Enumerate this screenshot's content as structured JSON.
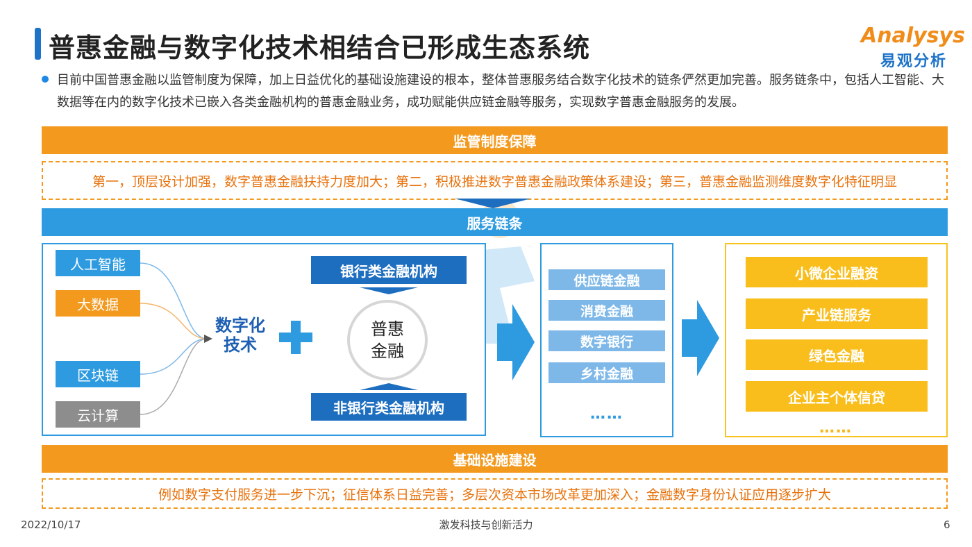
{
  "title": "普惠金融与数字化技术相结合已形成生态系统",
  "logo": {
    "en": "Analysys",
    "cn": "易观分析"
  },
  "intro": "目前中国普惠金融以监管制度为保障，加上日益优化的基础设施建设的根本，整体普惠服务结合数字化技术的链条俨然更加完善。服务链条中，包括人工智能、大数据等在内的数字化技术已嵌入各类金融机构的普惠金融业务，成功赋能供应链金融等服务，实现数字普惠金融服务的发展。",
  "regulation": {
    "label": "监管制度保障",
    "detail": "第一，顶层设计加强，数字普惠金融扶持力度加大；第二，积极推进数字普惠金融政策体系建设；第三，普惠金融监测维度数字化特征明显"
  },
  "service_chain": {
    "label": "服务链条"
  },
  "technologies": [
    "人工智能",
    "大数据",
    "区块链",
    "云计算"
  ],
  "digital_tech_label": "数字化技术",
  "institutions": {
    "bank": "银行类金融机构",
    "non_bank": "非银行类金融机构"
  },
  "center": "普惠金融",
  "chain_items": [
    "供应链金融",
    "消费金融",
    "数字银行",
    "乡村金融"
  ],
  "chain_more": "……",
  "services": [
    "小微企业融资",
    "产业链服务",
    "绿色金融",
    "企业主个体信贷"
  ],
  "services_more": "……",
  "infrastructure": {
    "label": "基础设施建设",
    "detail": "例如数字支付服务进一步下沉；征信体系日益完善；多层次资本市场改革更加深入；金融数字身份认证应用逐步扩大"
  },
  "footer": {
    "date": "2022/10/17",
    "slogan": "激发科技与创新活力",
    "page": "6"
  },
  "colors": {
    "orange": "#f39a1e",
    "blue": "#2e9be0",
    "dark_blue": "#1e6ec0",
    "yellow": "#f9be1b",
    "gray": "#8d8d8d"
  }
}
